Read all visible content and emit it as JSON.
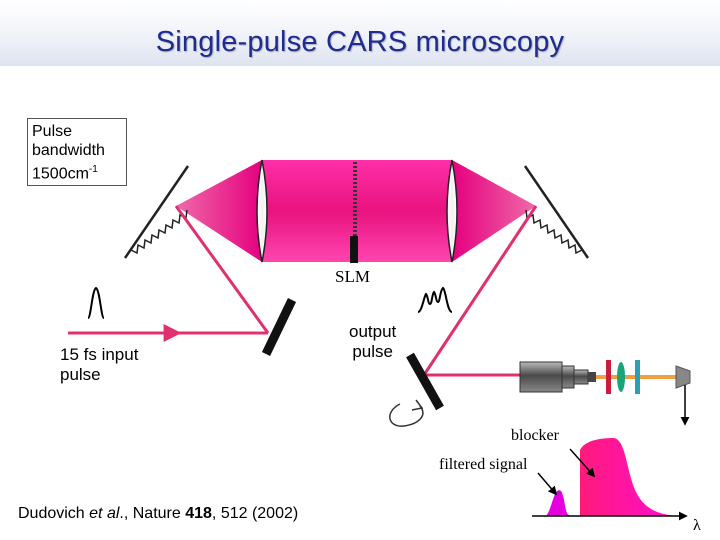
{
  "title": "Single-pulse CARS microscopy",
  "bandwidth_box": {
    "line1": "Pulse",
    "line2": "bandwidth",
    "line3_base": "1500cm",
    "line3_sup": "-1"
  },
  "labels": {
    "slm": "SLM",
    "input_line1": "15 fs input",
    "input_line2": "pulse",
    "output_line1": "output",
    "output_line2": "pulse",
    "blocker": "blocker",
    "filtered": "filtered signal",
    "lambda": "λ"
  },
  "citation": {
    "authors": "Dudovich ",
    "etal": "et al",
    "journal": "., Nature ",
    "volume": "418",
    "pages": ", 512 (2002)"
  },
  "colors": {
    "beam": "#e0306f",
    "fan": "#ee0f8a",
    "title": "#1f2b8f",
    "filter_green": "#1aa478",
    "filter_teal": "#2c9fb3",
    "filter_red": "#c81e3c",
    "detector_line": "#f0a040"
  }
}
